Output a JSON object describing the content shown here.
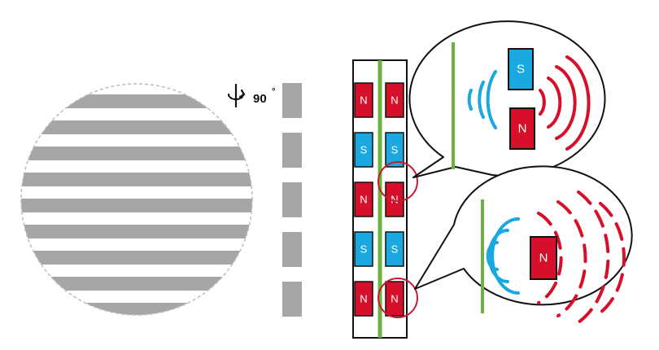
{
  "colors": {
    "north": "#d6102a",
    "south": "#1aa8e0",
    "track": "#6cb33e",
    "stripe": "#a6a6a6",
    "outline": "#111111",
    "highlight": "#c8182e"
  },
  "rotation": {
    "label": "90",
    "degree_mark": "°",
    "icon": "rotate-axis-icon"
  },
  "magnet_rows": [
    {
      "left": "N",
      "right": "N"
    },
    {
      "left": "S",
      "right": "S"
    },
    {
      "left": "N",
      "right": "N"
    },
    {
      "left": "S",
      "right": "S"
    },
    {
      "left": "N",
      "right": "N"
    }
  ],
  "callout_top": {
    "magnet_south": "S",
    "magnet_north": "N"
  },
  "callout_bottom": {
    "magnet_north": "N"
  }
}
